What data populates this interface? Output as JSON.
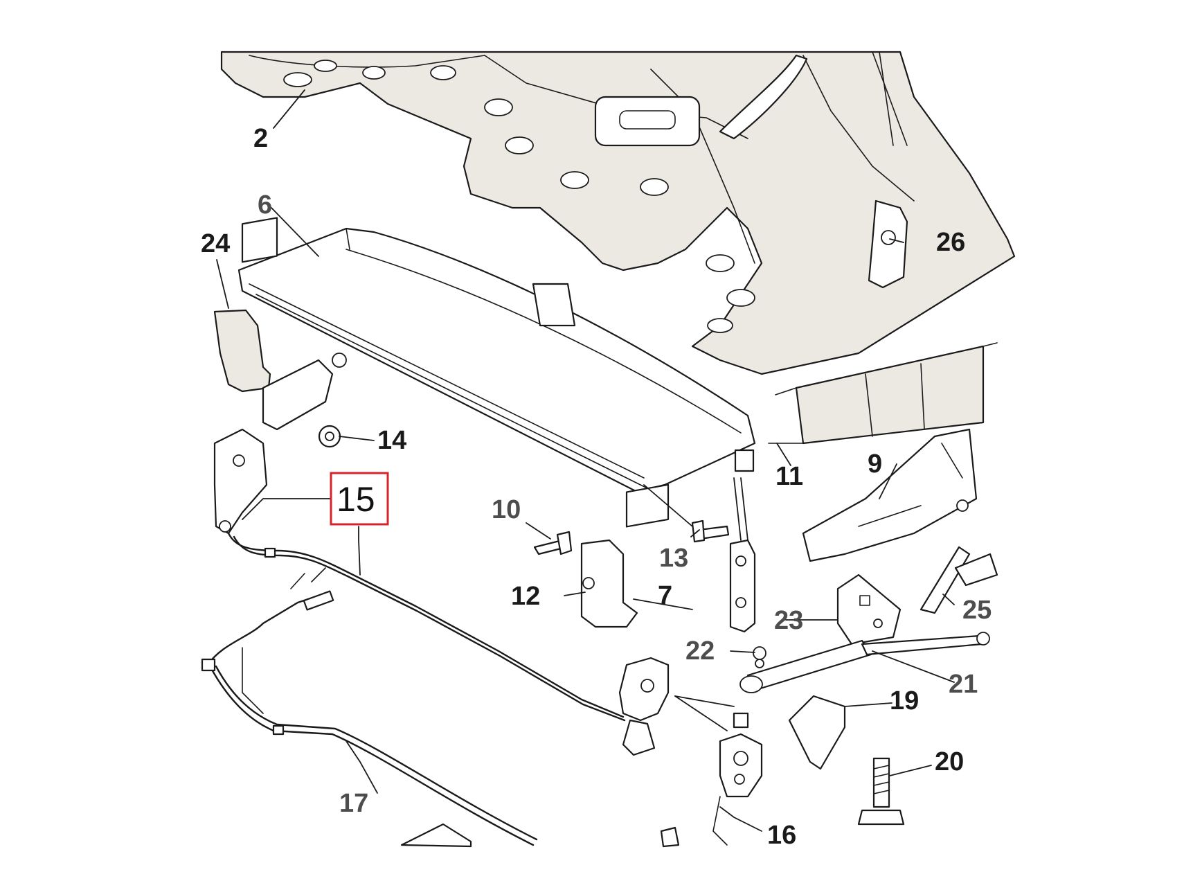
{
  "diagram": {
    "highlight_color": "#d8232a",
    "highlighted_callout": "15",
    "callouts": {
      "c2": "2",
      "c6": "6",
      "c24": "24",
      "c26": "26",
      "c14": "14",
      "c15": "15",
      "c11": "11",
      "c9": "9",
      "c10": "10",
      "c13": "13",
      "c12": "12",
      "c7": "7",
      "c23": "23",
      "c25": "25",
      "c22": "22",
      "c21": "21",
      "c19": "19",
      "c20": "20",
      "c17": "17",
      "c16": "16"
    }
  }
}
